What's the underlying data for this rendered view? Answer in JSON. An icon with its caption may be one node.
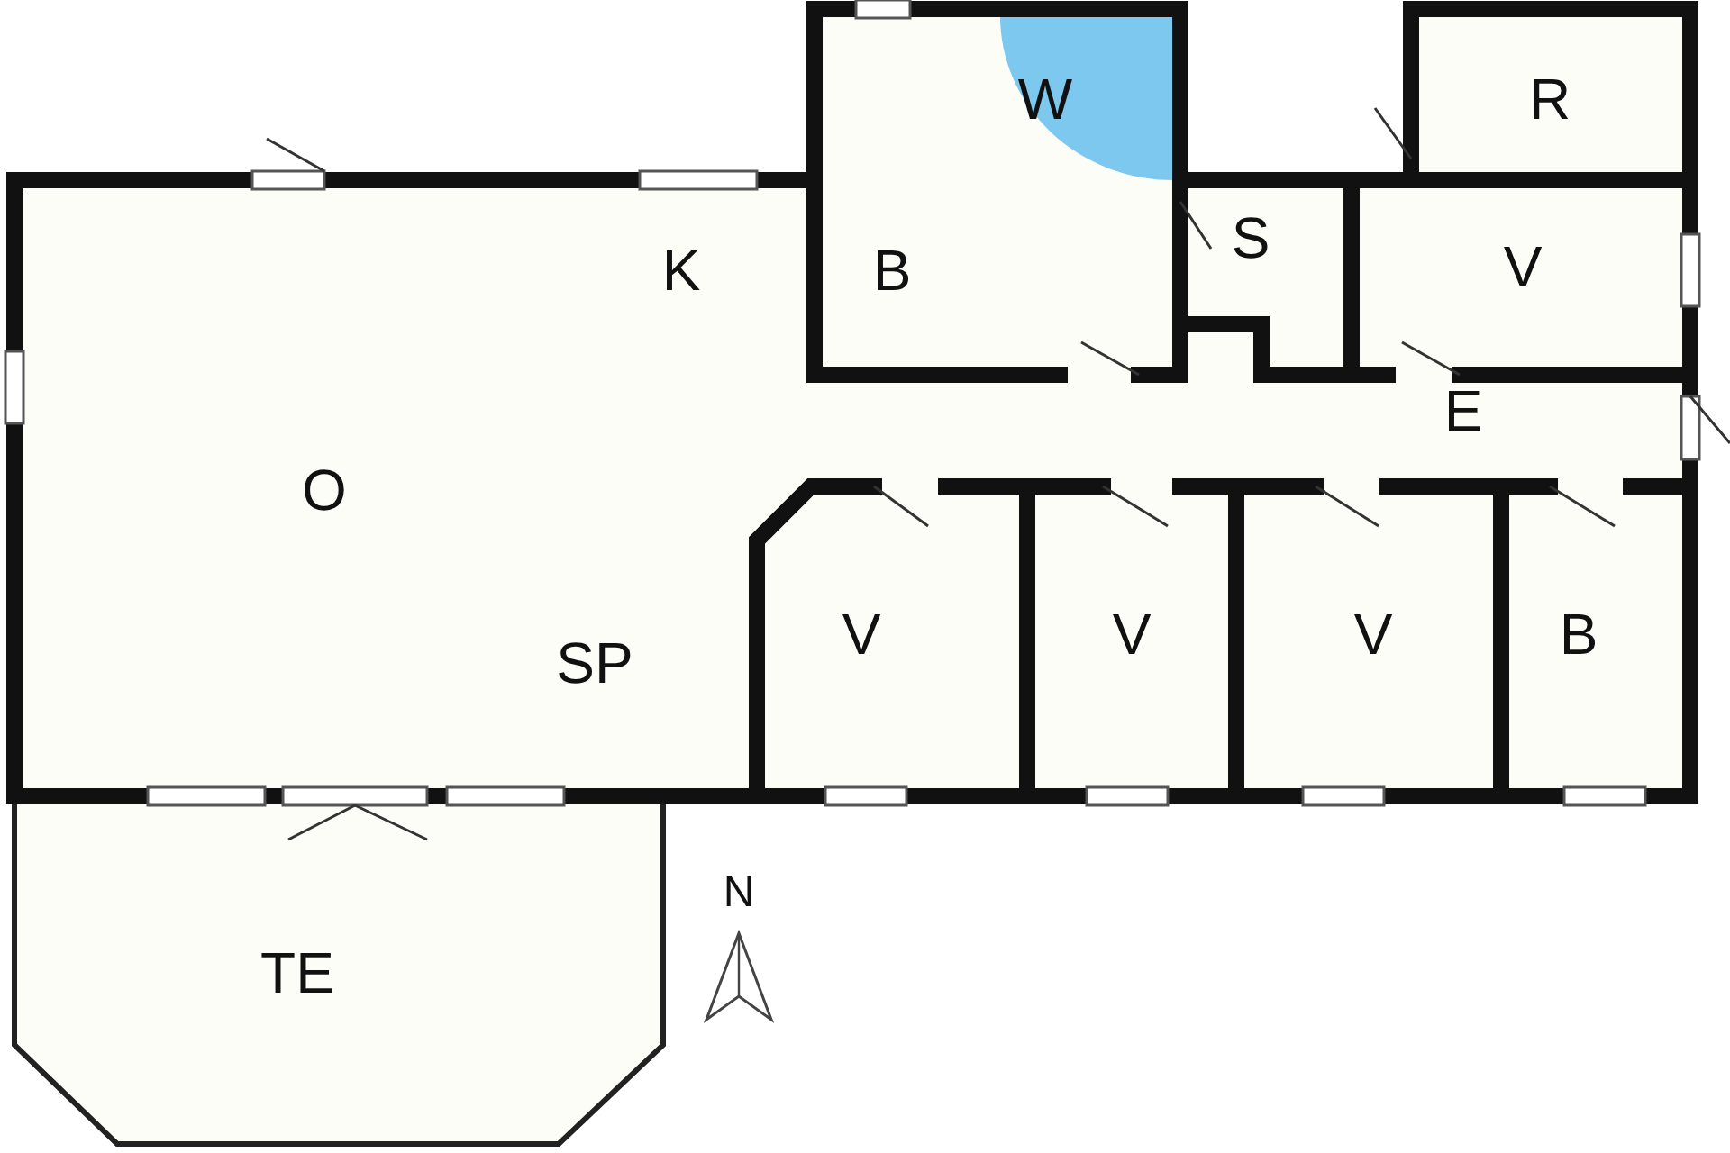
{
  "diagram": {
    "labels": [
      "W",
      "R",
      "K",
      "B",
      "S",
      "V",
      "E",
      "O",
      "SP",
      "V",
      "V",
      "V",
      "B",
      "TE",
      "N"
    ]
  }
}
